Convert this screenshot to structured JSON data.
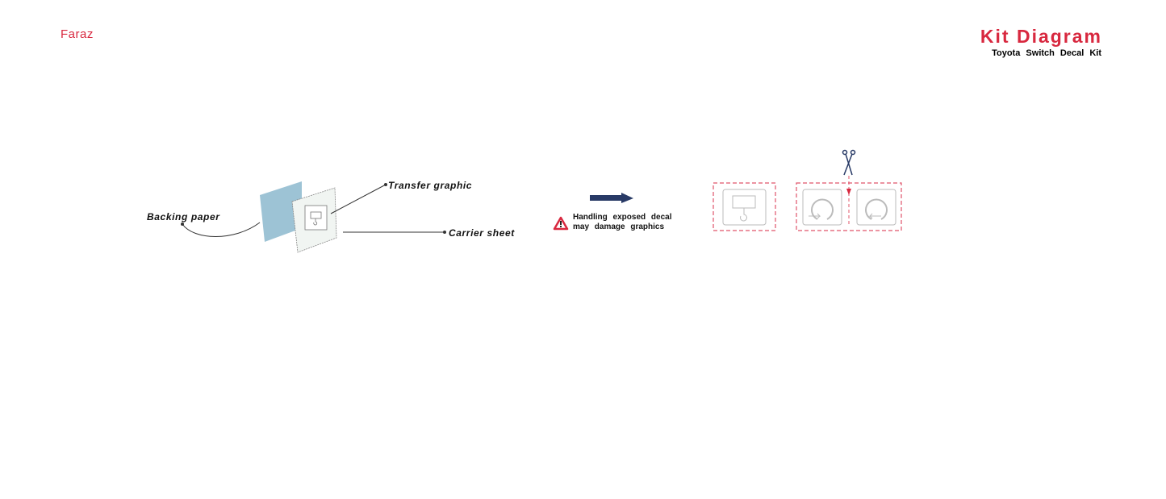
{
  "header": {
    "brand": "Faraz",
    "title": "Kit Diagram",
    "subtitle": "Toyota Switch Decal Kit"
  },
  "labels": {
    "backing": "Backing paper",
    "transfer": "Transfer graphic",
    "carrier": "Carrier sheet"
  },
  "warning": {
    "line1": "Handling exposed decal",
    "line2": "may damage graphics"
  },
  "colors": {
    "accent": "#d8283f",
    "navy": "#283a66",
    "backing": "#9dc3d5",
    "cutline": "#e0546a"
  }
}
